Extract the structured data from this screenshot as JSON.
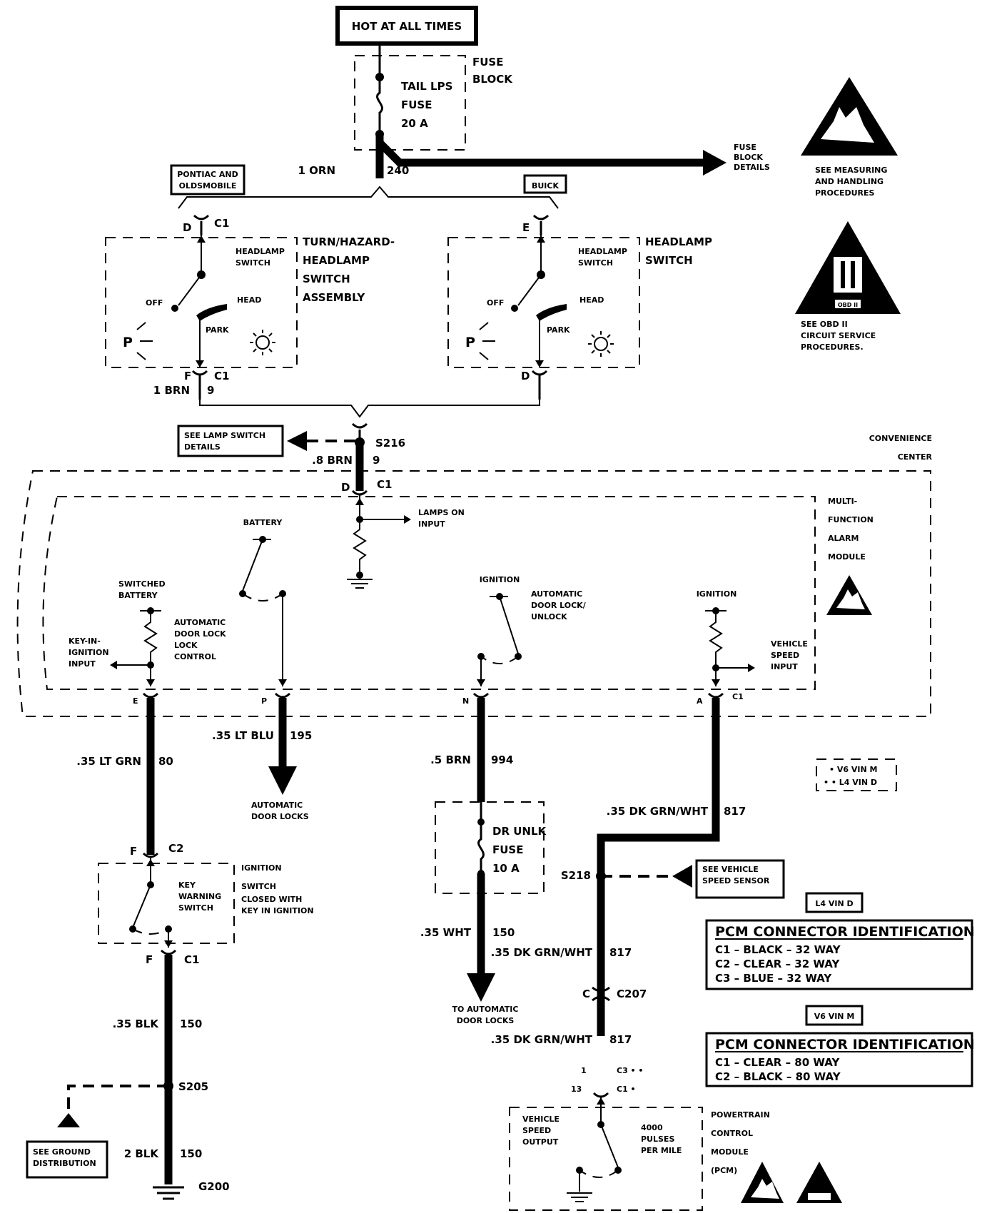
{
  "hot_box": "HOT AT ALL TIMES",
  "fuse_block": {
    "label": [
      "FUSE",
      "BLOCK"
    ],
    "fuse": [
      "TAIL LPS",
      "FUSE",
      "20 A"
    ],
    "details": [
      "FUSE",
      "BLOCK",
      "DETAILS"
    ]
  },
  "wire_top": {
    "size": "1 ORN",
    "circuit": "240"
  },
  "variants": {
    "left": "PONTIAC AND OLDSMOBILE",
    "right": "BUICK"
  },
  "left_switch": {
    "top_pin": "D",
    "top_conn": "C1",
    "label": [
      "TURN/HAZARD-",
      "HEADLAMP",
      "SWITCH",
      "ASSEMBLY"
    ],
    "inner": [
      "HEADLAMP",
      "SWITCH"
    ],
    "off": "OFF",
    "head": "HEAD",
    "park": "PARK",
    "p": "P",
    "bottom_pin": "F",
    "bottom_conn": "C1",
    "wire_size": "1 BRN",
    "wire_circuit": "9"
  },
  "right_switch": {
    "top_pin": "E",
    "label": [
      "HEADLAMP",
      "SWITCH"
    ],
    "inner": [
      "HEADLAMP",
      "SWITCH"
    ],
    "off": "OFF",
    "head": "HEAD",
    "park": "PARK",
    "p": "P",
    "bottom_pin": "D"
  },
  "esd_note": [
    "SEE MEASURING",
    "AND HANDLING",
    "PROCEDURES"
  ],
  "obd_note": [
    "SEE OBD II",
    "CIRCUIT SERVICE",
    "PROCEDURES."
  ],
  "obd_badge": "OBD II",
  "lamp_switch_details": [
    "SEE LAMP SWITCH",
    "DETAILS"
  ],
  "splice_s216": "S216",
  "wire_s216": {
    "size": ".8 BRN",
    "circuit": "9"
  },
  "convenience_center": [
    "CONVENIENCE",
    "CENTER"
  ],
  "module": {
    "label": [
      "MULTI-",
      "FUNCTION",
      "ALARM",
      "MODULE"
    ],
    "conn_d": "D",
    "conn_c1": "C1",
    "lamps_on": [
      "LAMPS ON",
      "INPUT"
    ],
    "battery": "BATTERY",
    "switched_battery": [
      "SWITCHED",
      "BATTERY"
    ],
    "adl_lock": [
      "AUTOMATIC",
      "DOOR LOCK",
      "LOCK",
      "CONTROL"
    ],
    "key_in": [
      "KEY-IN-",
      "IGNITION",
      "INPUT"
    ],
    "ignition1": "IGNITION",
    "adl_unlock": [
      "AUTOMATIC",
      "DOOR LOCK/",
      "UNLOCK"
    ],
    "ignition2": "IGNITION",
    "vehicle_speed": [
      "VEHICLE",
      "SPEED",
      "INPUT"
    ],
    "pin_e": "E",
    "pin_p": "P",
    "pin_n": "N",
    "pin_a": "A",
    "pin_c1": "C1"
  },
  "wire_e": {
    "size": ".35 LT GRN",
    "circuit": "80"
  },
  "wire_p": {
    "size": ".35 LT BLU",
    "circuit": "195"
  },
  "auto_locks": [
    "AUTOMATIC",
    "DOOR LOCKS"
  ],
  "wire_n": {
    "size": ".5 BRN",
    "circuit": "994"
  },
  "legend_vin": [
    "• V6 VIN M",
    "• • L4 VIN D"
  ],
  "wire_a": {
    "size": ".35 DK GRN/WHT",
    "circuit": "817"
  },
  "dr_unlk": [
    "DR UNLK",
    "FUSE",
    "10 A"
  ],
  "splice_s218": "S218",
  "vss_note": [
    "SEE VEHICLE",
    "SPEED SENSOR"
  ],
  "ign_switch": {
    "pin_f": "F",
    "conn_c2": "C2",
    "label": [
      "IGNITION",
      "SWITCH"
    ],
    "note": [
      "CLOSED WITH",
      "KEY IN IGNITION"
    ],
    "inner": [
      "KEY",
      "WARNING",
      "SWITCH"
    ],
    "pin_f2": "F",
    "conn_c1": "C1"
  },
  "wire_wht": {
    "size": ".35 WHT",
    "circuit": "150"
  },
  "to_auto_locks": [
    "TO AUTOMATIC",
    "DOOR LOCKS"
  ],
  "wire_a2": {
    "size": ".35 DK GRN/WHT",
    "circuit": "817"
  },
  "c207": {
    "pin": "C",
    "conn": "C207"
  },
  "wire_a3": {
    "size": ".35 DK GRN/WHT",
    "circuit": "817"
  },
  "pcm_pins": {
    "p1": "1",
    "c3": "C3 • •",
    "p13": "13",
    "c1": "C1 •"
  },
  "pcm": {
    "label": [
      "POWERTRAIN",
      "CONTROL",
      "MODULE",
      "(PCM)"
    ],
    "vso": [
      "VEHICLE",
      "SPEED",
      "OUTPUT"
    ],
    "pulses": [
      "4000",
      "PULSES",
      "PER MILE"
    ]
  },
  "l4_tag": "L4 VIN D",
  "pcm_id_l4": {
    "title": "PCM CONNECTOR IDENTIFICATION",
    "rows": [
      "C1  –  BLACK   –  32 WAY",
      "C2  –  CLEAR   –  32 WAY",
      "C3  –  BLUE     –  32 WAY"
    ]
  },
  "v6_tag": "V6 VIN M",
  "pcm_id_v6": {
    "title": "PCM CONNECTOR IDENTIFICATION",
    "rows": [
      "C1  –  CLEAR   –  80 WAY",
      "C2  –  BLACK   –  80 WAY"
    ]
  },
  "wire_blk1": {
    "size": ".35 BLK",
    "circuit": "150"
  },
  "splice_s205": "S205",
  "ground_dist": [
    "SEE GROUND",
    "DISTRIBUTION"
  ],
  "wire_blk2": {
    "size": "2 BLK",
    "circuit": "150"
  },
  "ground_g200": "G200"
}
